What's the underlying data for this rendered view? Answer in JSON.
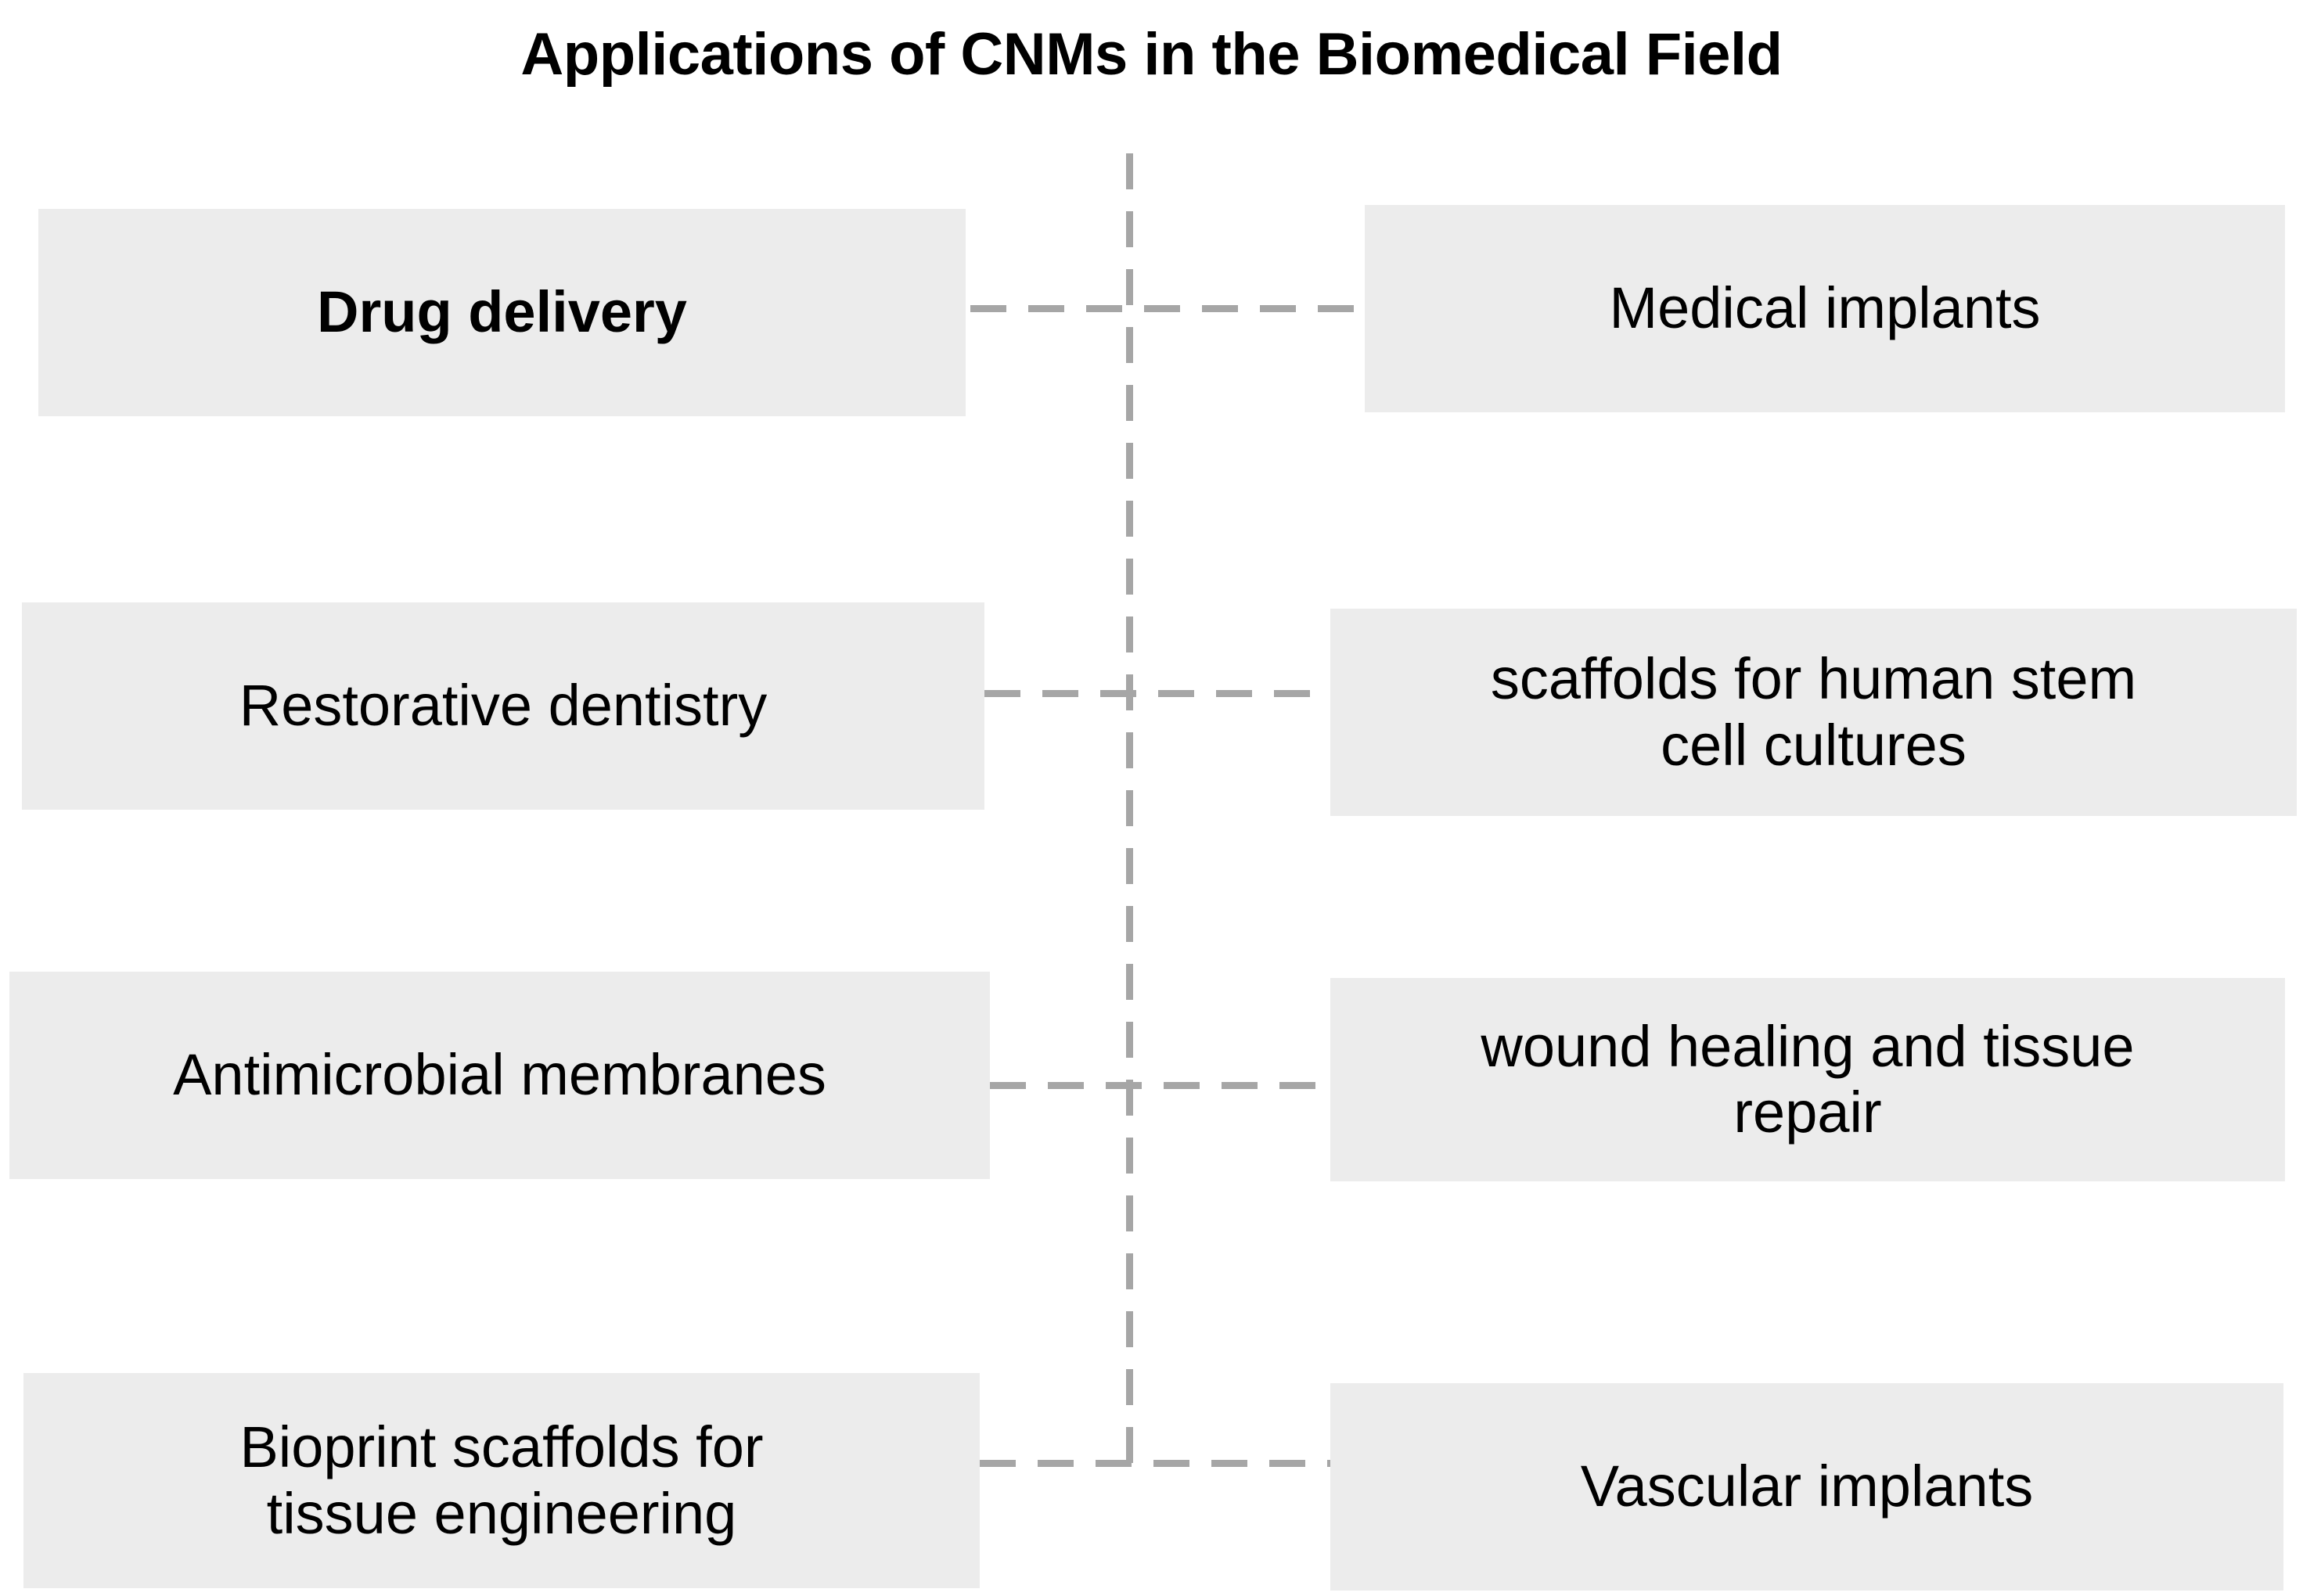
{
  "title": "Applications of CNMs in the Biomedical Field",
  "diagram": {
    "type": "two-column-linked-boxes",
    "rows": 4,
    "box_fill_color": "#ECECEC",
    "connector_color": "#A6A6A6",
    "text_color": "#000000",
    "background_color": "#FFFFFF",
    "left_column": [
      {
        "label": "Drug delivery",
        "bold": true
      },
      {
        "label": "Restorative dentistry",
        "bold": false
      },
      {
        "label": "Antimicrobial membranes",
        "bold": false
      },
      {
        "label": "Bioprint scaffolds for\ntissue engineering",
        "bold": false
      }
    ],
    "right_column": [
      {
        "label": "Medical implants",
        "bold": false
      },
      {
        "label": "scaffolds for human stem\ncell cultures",
        "bold": false
      },
      {
        "label": "wound healing and tissue\nrepair",
        "bold": false
      },
      {
        "label": "Vascular implants",
        "bold": false
      }
    ]
  }
}
